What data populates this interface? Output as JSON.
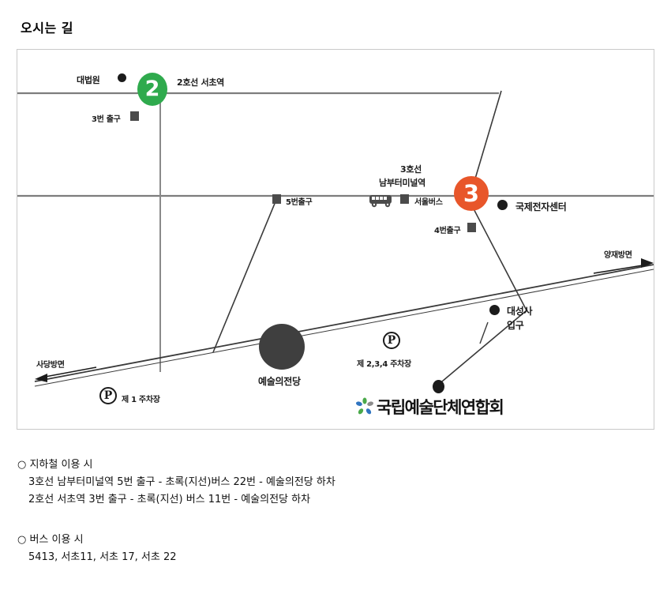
{
  "page": {
    "title": "오시는 길"
  },
  "map": {
    "stations": [
      {
        "id": "line2",
        "number": "2",
        "color": "#2faa4d",
        "name": "2호선 서초역"
      },
      {
        "id": "line3",
        "number": "3",
        "color": "#e8562a",
        "name_line1": "3호선",
        "name_line2": "남부터미널역"
      }
    ],
    "labels": {
      "supreme_court": "대법원",
      "line2_station": "2호선 서초역",
      "exit3": "3번 출구",
      "line3_name1": "3호선",
      "line3_name2": "남부터미널역",
      "exit5": "5번출구",
      "exit4": "4번출구",
      "seoul_bus": "서울버스",
      "electronics_center": "국제전자센터",
      "daeseongsa_1": "대성사",
      "daeseongsa_2": "입구",
      "yangjae_direction": "양재방면",
      "sadang_direction": "사당방면",
      "venue": "예술의전당",
      "parking1": "제 1 주차장",
      "parking234": "제 2,3,4 주차장",
      "parking_glyph": "P"
    },
    "logo": {
      "text": "국립예술단체연합회",
      "mark_colors": [
        "#2f74c0",
        "#4aa94a",
        "#8c8c8c",
        "#2f74c0",
        "#4aa94a"
      ]
    },
    "icons": {
      "bus": "bus-icon",
      "parking": "parking-icon"
    }
  },
  "directions": {
    "subway": {
      "heading": "○ 지하철 이용 시",
      "lines": [
        "3호선 남부터미널역 5번 출구 - 초록(지선)버스 22번 - 예술의전당 하차",
        "2호선 서초역 3번 출구 - 초록(지선) 버스 11번 - 예술의전당 하차"
      ]
    },
    "bus": {
      "heading": "○ 버스 이용 시",
      "lines": [
        "5413, 서초11, 서초 17, 서초 22"
      ]
    }
  }
}
